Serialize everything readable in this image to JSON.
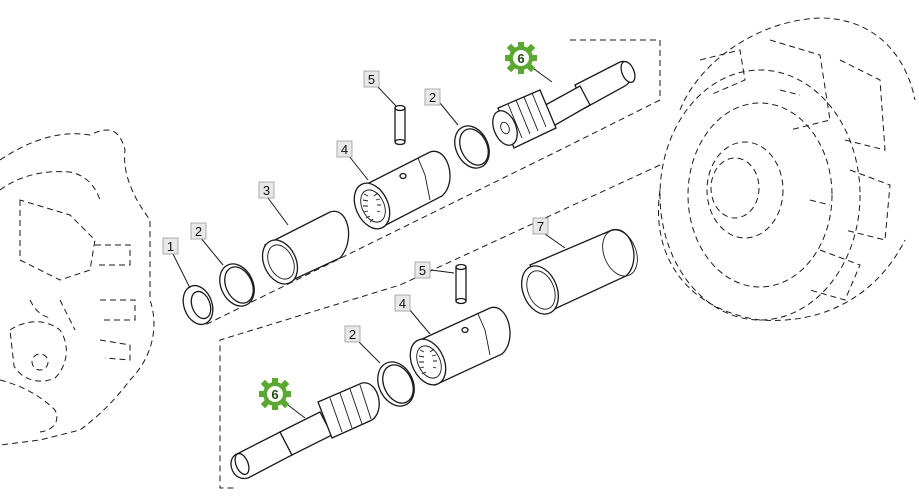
{
  "callouts": {
    "c1": "1",
    "c2a": "2",
    "c2b": "2",
    "c2c": "2",
    "c3": "3",
    "c4a": "4",
    "c4b": "4",
    "c5a": "5",
    "c5b": "5",
    "c6a": "6",
    "c6b": "6",
    "c7": "7"
  },
  "colors": {
    "line": "#1a1a1a",
    "callout_fill": "#e8e8e8",
    "badge_green": "#5aa832"
  },
  "icons": {
    "highlight_badge": "gear-badge-icon"
  }
}
